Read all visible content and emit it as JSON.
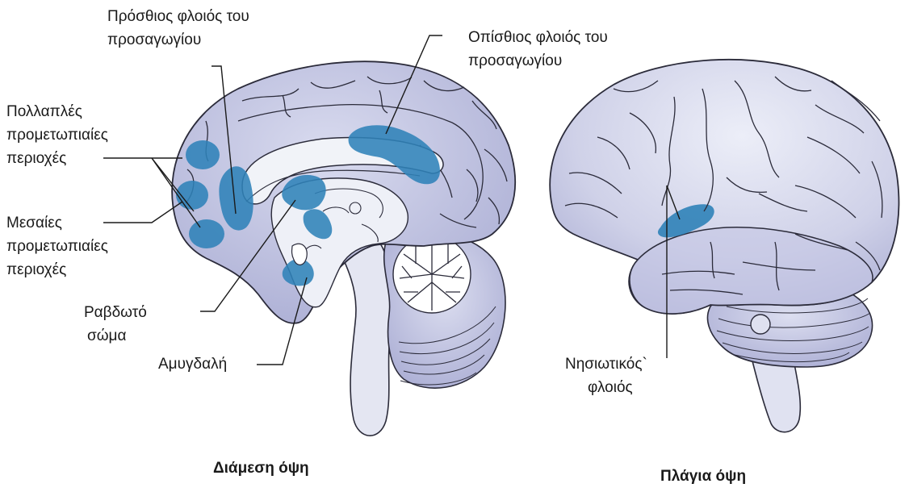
{
  "labels": {
    "anterior_cingulate": {
      "line1": "Πρόσθιος φλοιός του",
      "line2": "προσαγωγίου"
    },
    "posterior_cingulate": {
      "line1": "Οπίσθιος φλοιός του",
      "line2": "προσαγωγίου"
    },
    "multiple_prefrontal": {
      "line1": "Πολλαπλές",
      "line2": "προμετωπιαίες",
      "line3": "περιοχές"
    },
    "medial_prefrontal": {
      "line1": "Μεσαίες",
      "line2": "προμετωπιαίες",
      "line3": "περιοχές"
    },
    "striatum": {
      "line1": "Ραβδωτό",
      "line2": "σώμα"
    },
    "amygdala": {
      "line1": "Αμυγδαλή"
    },
    "insular_cortex": {
      "line1": "Νησιωτικός`",
      "line2": "φλοιός"
    }
  },
  "captions": {
    "medial_view": "Διάμεση όψη",
    "lateral_view": "Πλάγια όψη"
  },
  "colors": {
    "brain_fill": "#c3c5e2",
    "brain_shade": "#a7aad0",
    "outline": "#2b2b3a",
    "highlight": "#2f82b8",
    "white_matter": "#f1f3f8"
  }
}
